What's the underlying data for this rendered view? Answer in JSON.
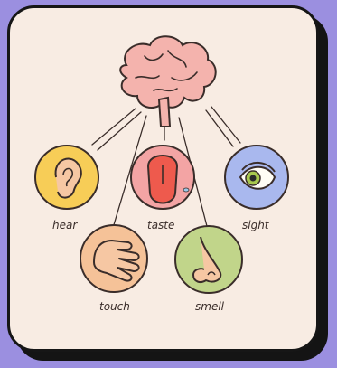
{
  "senses": {
    "hear": "hear",
    "taste": "taste",
    "sight": "sight",
    "touch": "touch",
    "smell": "smell"
  },
  "colors": {
    "background": "#9b8fe0",
    "card": "#f8ece3",
    "hear_circle": "#f7cd57",
    "taste_circle": "#f3a4a4",
    "sight_circle": "#a9b8ee",
    "touch_circle": "#f5c298",
    "smell_circle": "#c1d58a"
  },
  "icons": {
    "brain": "brain-icon",
    "ear": "ear-icon",
    "tongue": "tongue-icon",
    "eye": "eye-icon",
    "hand": "hand-icon",
    "nose": "nose-icon"
  }
}
